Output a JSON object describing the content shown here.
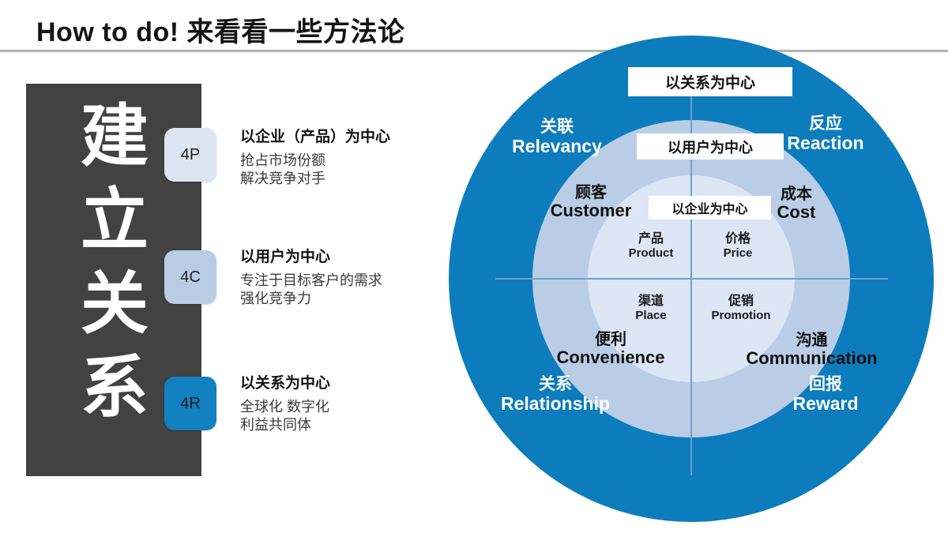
{
  "header": {
    "title": "How to do!  来看看一些方法论"
  },
  "left_panel": {
    "vertical_title_chars": [
      "建",
      "立",
      "关",
      "系"
    ],
    "items": [
      {
        "badge": "4P",
        "badge_color": "#dce6f2",
        "heading": "以企业（产品）为中心",
        "lines": [
          "抢占市场份额",
          "解决竞争对手"
        ]
      },
      {
        "badge": "4C",
        "badge_color": "#b8cce4",
        "heading": "以用户为中心",
        "lines": [
          "专注于目标客户的需求",
          "强化竞争力"
        ]
      },
      {
        "badge": "4R",
        "badge_color": "#1281c0",
        "heading": "以关系为中心",
        "lines": [
          "全球化 数字化",
          "利益共同体"
        ]
      }
    ]
  },
  "diagram": {
    "ring_colors": {
      "outer": "#0d7cbc",
      "middle": "#b9cde6",
      "inner": "#dce6f4",
      "axis": "#6f9fd0"
    },
    "center_boxes": {
      "outer_ring": "以关系为中心",
      "middle_ring": "以用户为中心",
      "inner_ring": "以企业为中心"
    },
    "outer_ring_labels": [
      {
        "cn": "关联",
        "en": "Relevancy"
      },
      {
        "cn": "反应",
        "en": "Reaction"
      },
      {
        "cn": "关系",
        "en": "Relationship"
      },
      {
        "cn": "回报",
        "en": "Reward"
      }
    ],
    "middle_ring_labels": [
      {
        "cn": "顾客",
        "en": "Customer"
      },
      {
        "cn": "成本",
        "en": "Cost"
      },
      {
        "cn": "便利",
        "en": "Convenience"
      },
      {
        "cn": "沟通",
        "en": "Communication"
      }
    ],
    "inner_quadrant_labels": [
      {
        "cn": "产品",
        "en": "Product"
      },
      {
        "cn": "价格",
        "en": "Price"
      },
      {
        "cn": "渠道",
        "en": "Place"
      },
      {
        "cn": "促销",
        "en": "Promotion"
      }
    ]
  }
}
